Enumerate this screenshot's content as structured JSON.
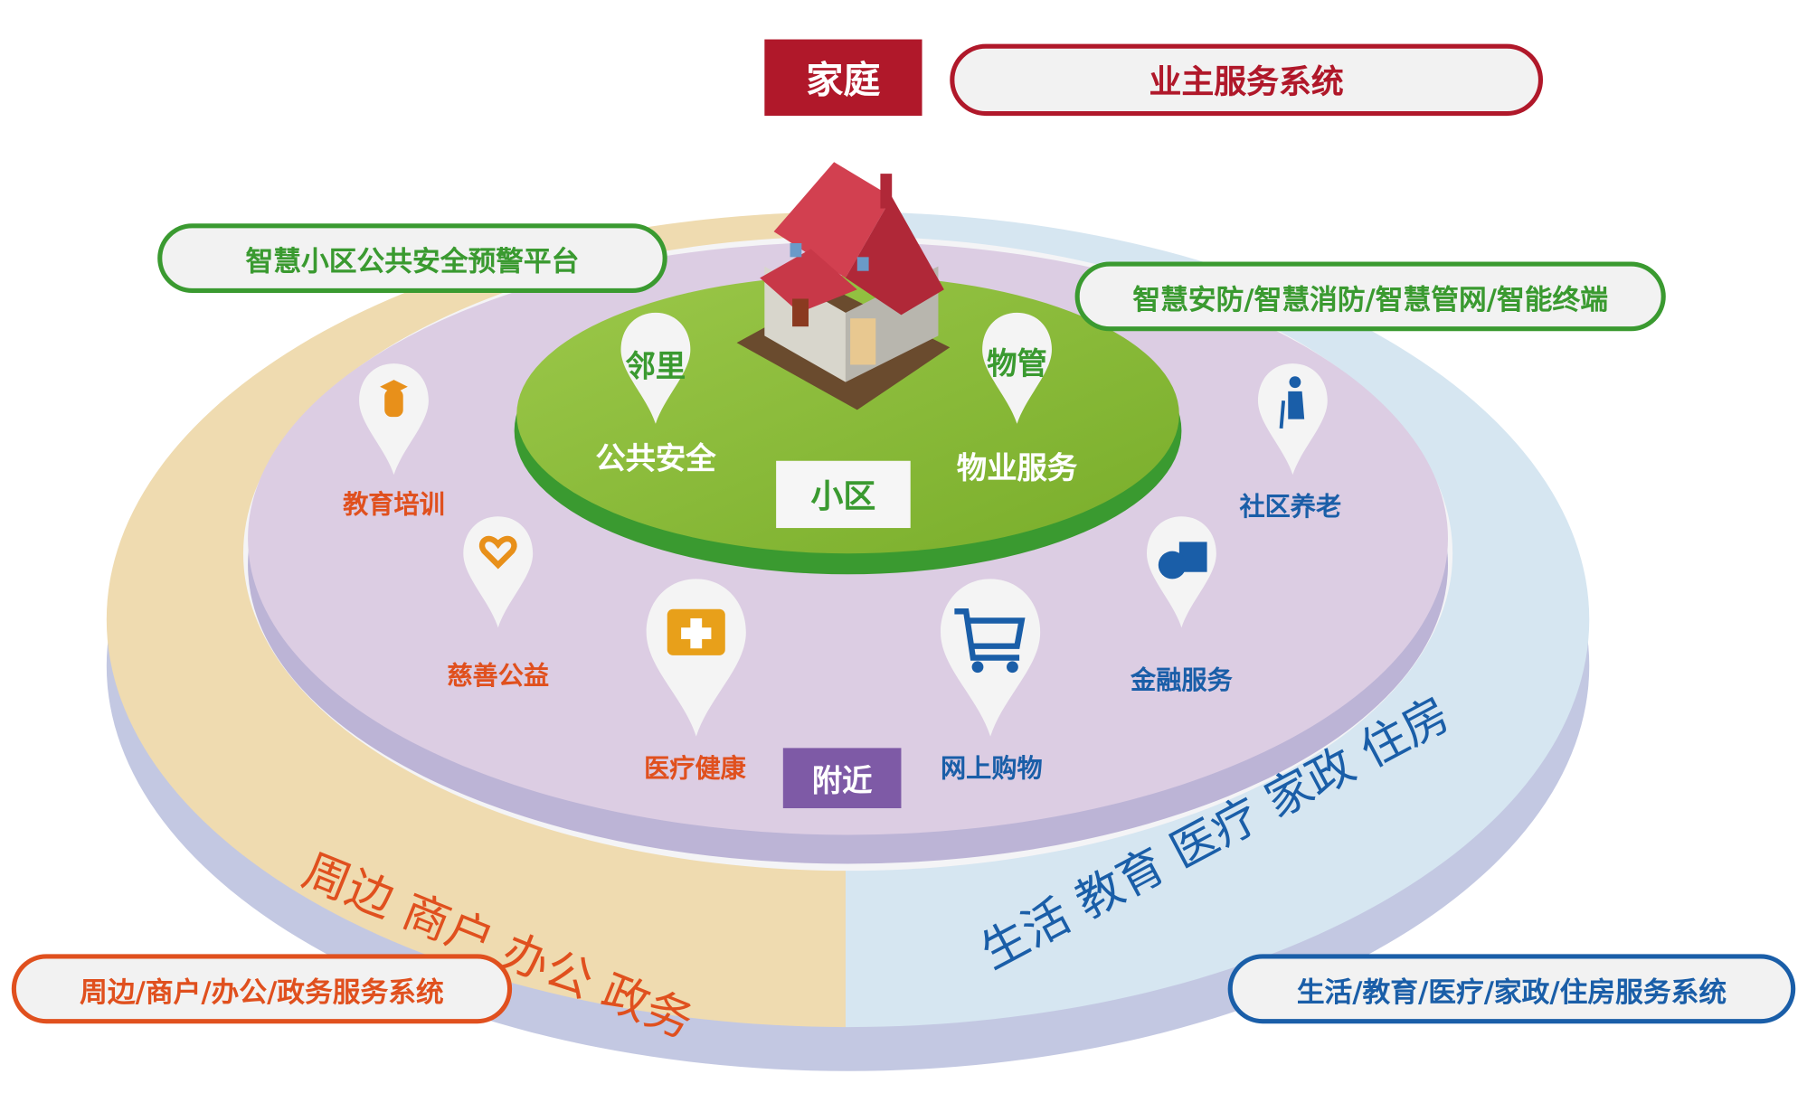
{
  "top": {
    "family_tag": "家庭",
    "owner_system": "业主服务系统"
  },
  "left_platform": "智慧小区公共安全预警平台",
  "right_platform": "智慧安防/智慧消防/智慧管网/智能终端",
  "community": {
    "tag": "小区",
    "pins": [
      {
        "pin": "邻里",
        "label": "公共安全"
      },
      {
        "pin": "物管",
        "label": "物业服务"
      }
    ]
  },
  "nearby": {
    "tag": "附近",
    "services": [
      {
        "label": "教育培训",
        "icon": "graduate-icon"
      },
      {
        "label": "慈善公益",
        "icon": "heart-hands-icon"
      },
      {
        "label": "医疗健康",
        "icon": "medical-kit-icon"
      },
      {
        "label": "网上购物",
        "icon": "shopping-cart-icon"
      },
      {
        "label": "金融服务",
        "icon": "coins-icon"
      },
      {
        "label": "社区养老",
        "icon": "elderly-icon"
      }
    ]
  },
  "outer": {
    "left_arc": [
      "周边",
      "商户",
      "办公",
      "政务"
    ],
    "right_arc": [
      "生活",
      "教育",
      "医疗",
      "家政",
      "住房"
    ],
    "left_system": "周边/商户/办公/政务服务系统",
    "right_system": "生活/教育/医疗/家政/住房服务系统"
  },
  "colors": {
    "red": "#b0182a",
    "green": "#3a9a30",
    "orange": "#e0501e",
    "blue": "#1a5ea8",
    "purple": "#7e5aa6"
  }
}
